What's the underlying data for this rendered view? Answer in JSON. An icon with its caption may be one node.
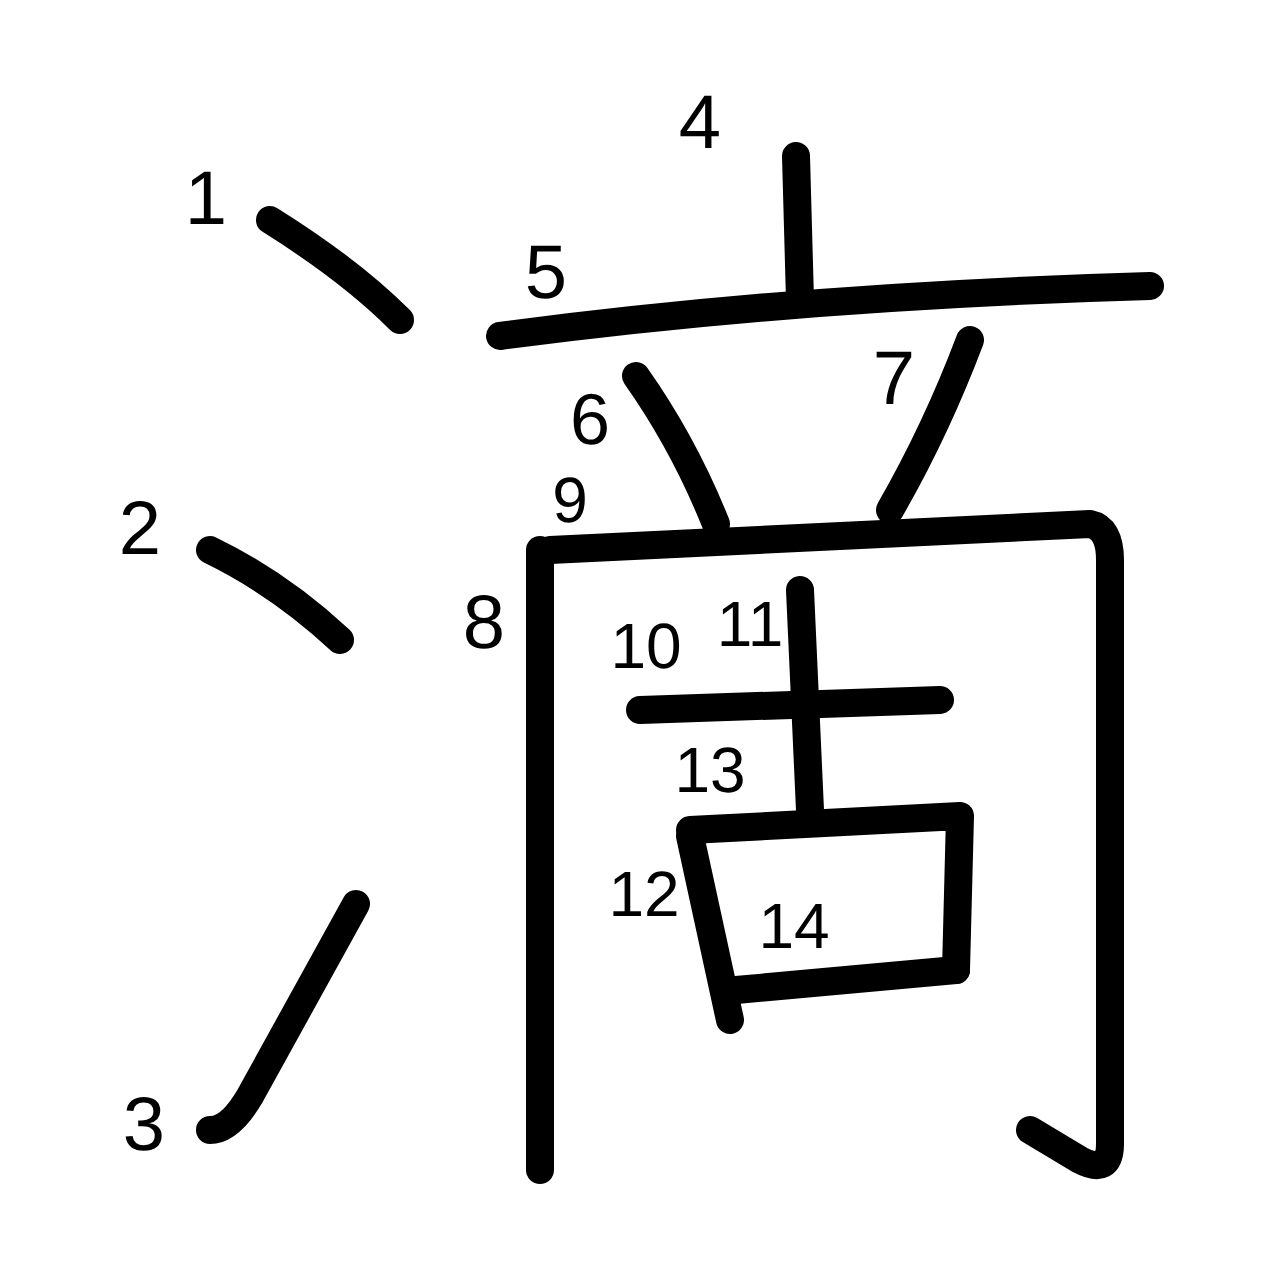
{
  "diagram": {
    "labels": [
      "1",
      "2",
      "3",
      "4",
      "5",
      "6",
      "7",
      "8",
      "9",
      "10",
      "11",
      "12",
      "13",
      "14"
    ]
  }
}
